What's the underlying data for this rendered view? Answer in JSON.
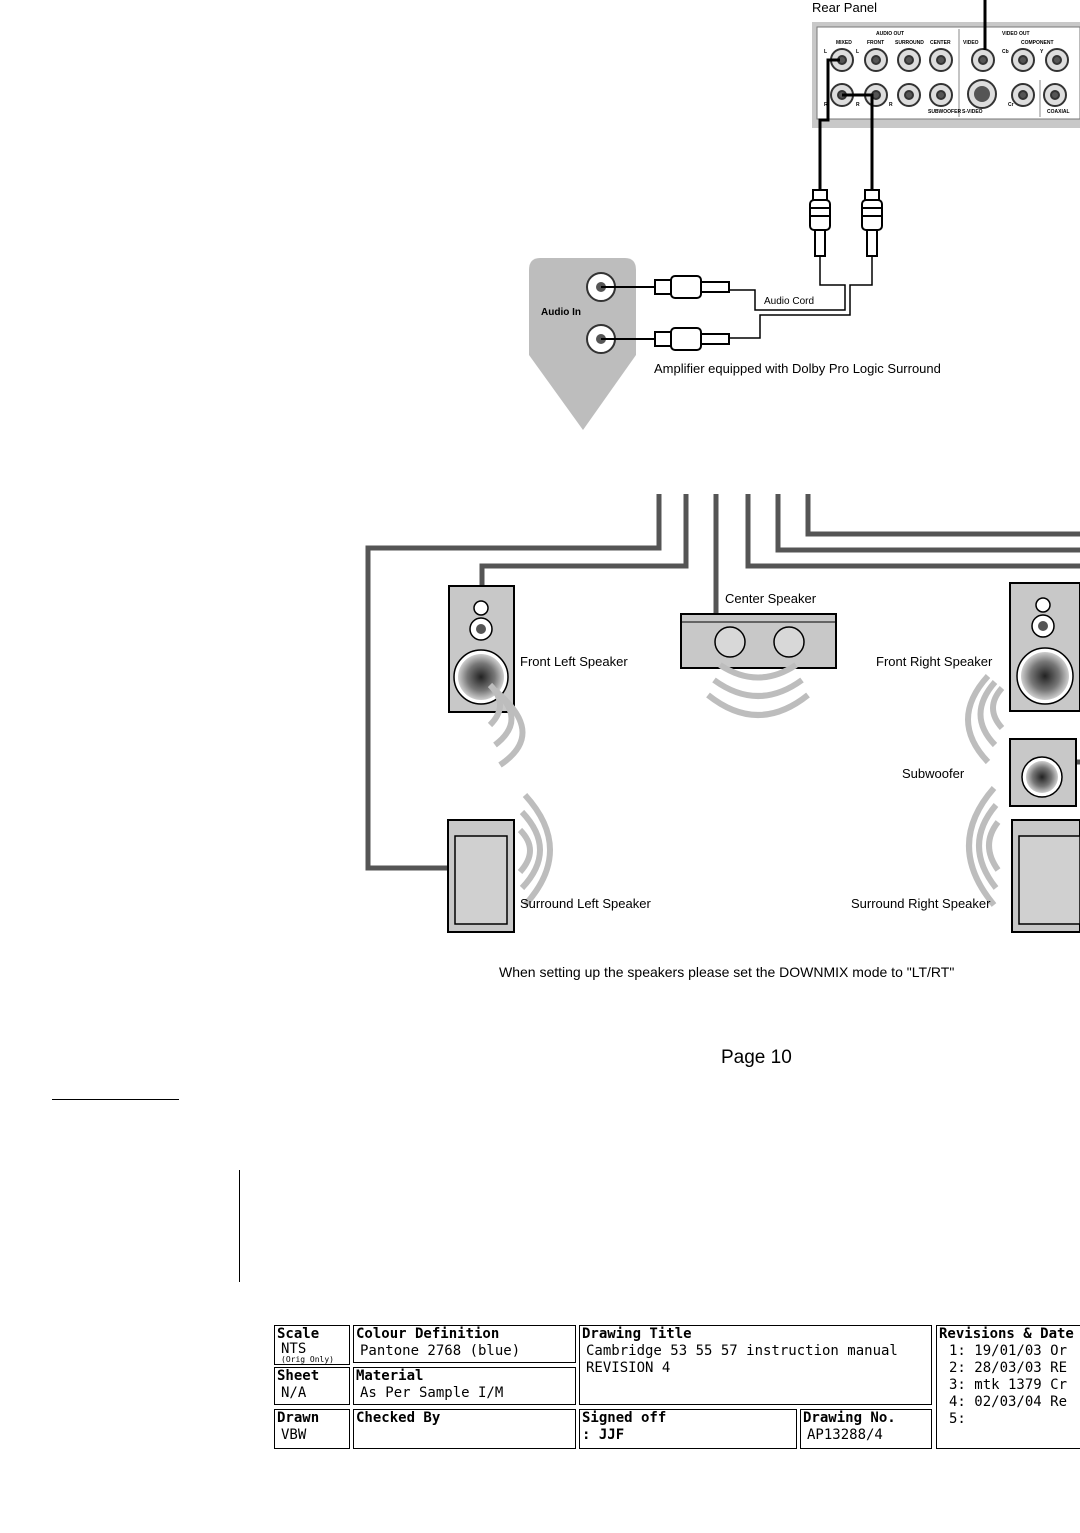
{
  "rear_panel": {
    "title": "Rear Panel",
    "audio_out": "AUDIO OUT",
    "video_out": "VIDEO OUT",
    "mixed": "MIXED",
    "front": "FRONT",
    "surround": "SURROUND",
    "center": "CENTER",
    "video": "VIDEO",
    "component": "COMPONENT",
    "subwoofer": "SUBWOOFER",
    "svideo": "S-VIDEO",
    "coaxial": "COAXIAL",
    "l": "L",
    "r": "R",
    "cb": "Cb",
    "cr": "Cr",
    "y": "Y"
  },
  "amplifier": {
    "audio_in": "Audio In",
    "audio_cord": "Audio Cord",
    "caption": "Amplifier equipped with Dolby Pro Logic Surround"
  },
  "speakers": {
    "center": "Center Speaker",
    "front_left": "Front Left Speaker",
    "front_right": "Front Right Speaker",
    "subwoofer": "Subwoofer",
    "surround_left": "Surround Left Speaker",
    "surround_right": "Surround Right Speaker"
  },
  "note": "When setting up the speakers please set the DOWNMIX mode to \"LT/RT\"",
  "page": "Page 10",
  "title_block": {
    "scale_label": "Scale",
    "scale_value": "NTS",
    "scale_note": "(Orig Only)",
    "sheet_label": "Sheet",
    "sheet_value": "N/A",
    "drawn_label": "Drawn",
    "drawn_value": "VBW",
    "colour_label": "Colour Definition",
    "colour_value": "Pantone 2768 (blue)",
    "material_label": "Material",
    "material_value": "As Per Sample I/M",
    "checked_label": "Checked By",
    "drawing_title_label": "Drawing Title",
    "drawing_title_line1": "Cambridge 53 55 57 instruction manual",
    "drawing_title_line2": "REVISION 4",
    "signed_label": "Signed off",
    "signed_value": ": JJF",
    "drawing_no_label": "Drawing No.",
    "drawing_no_value": "AP13288/4",
    "revisions_label": "Revisions & Date",
    "revisions": [
      "1: 19/01/03 Or",
      "2: 28/03/03 RE",
      "3: mtk 1379 Cr",
      "4: 02/03/04 Re",
      "5:"
    ]
  }
}
